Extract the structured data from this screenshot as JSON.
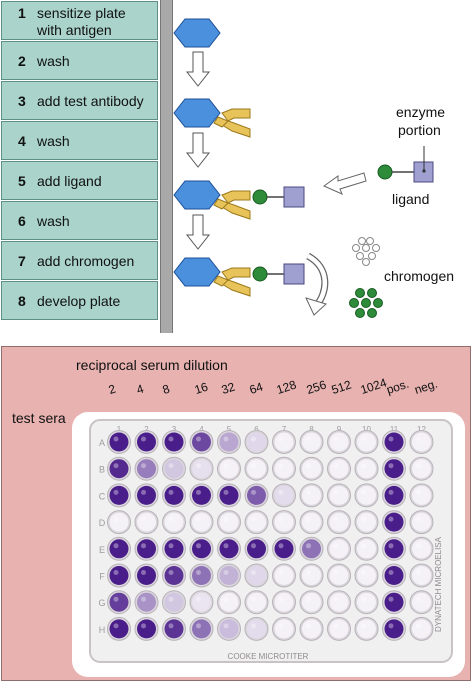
{
  "steps": [
    {
      "num": "1",
      "lines": [
        "sensitize plate",
        "with antigen"
      ]
    },
    {
      "num": "2",
      "lines": [
        "wash"
      ]
    },
    {
      "num": "3",
      "lines": [
        "add test antibody"
      ]
    },
    {
      "num": "4",
      "lines": [
        "wash"
      ]
    },
    {
      "num": "5",
      "lines": [
        "add ligand"
      ]
    },
    {
      "num": "6",
      "lines": [
        "wash"
      ]
    },
    {
      "num": "7",
      "lines": [
        "add chromogen"
      ]
    },
    {
      "num": "8",
      "lines": [
        "develop plate"
      ]
    }
  ],
  "labels": {
    "enzyme_line1": "enzyme",
    "enzyme_line2": "portion",
    "ligand": "ligand",
    "chromogen": "chromogen"
  },
  "plate": {
    "header": "reciprocal serum dilution",
    "test_sera": "test sera",
    "dilutions": [
      "2",
      "4",
      "8",
      "16",
      "32",
      "64",
      "128",
      "256",
      "512",
      "1024",
      "pos.",
      "neg."
    ],
    "columns": [
      "1",
      "2",
      "3",
      "4",
      "5",
      "6",
      "7",
      "8",
      "9",
      "10",
      "11",
      "12"
    ],
    "rows": [
      "A",
      "B",
      "C",
      "D",
      "E",
      "F",
      "G",
      "H"
    ],
    "brand_side": "DYNATECH MICROELISA",
    "brand_bottom": "COOKE MICROTITER",
    "row_intensity": {
      "A": [
        1,
        1,
        1,
        0.8,
        0.35,
        0.12,
        0,
        0,
        0,
        0,
        1,
        0
      ],
      "B": [
        0.95,
        0.55,
        0.2,
        0.08,
        0,
        0,
        0,
        0,
        0,
        0,
        1,
        0
      ],
      "C": [
        1,
        1,
        1,
        1,
        1,
        0.7,
        0.1,
        0,
        0,
        0,
        1,
        0
      ],
      "D": [
        0,
        0,
        0,
        0,
        0,
        0,
        0,
        0,
        0,
        0,
        1,
        0
      ],
      "E": [
        1,
        1,
        1,
        1,
        1,
        1,
        1,
        0.6,
        0,
        0,
        1,
        0
      ],
      "F": [
        1,
        1,
        0.9,
        0.6,
        0.3,
        0.12,
        0,
        0,
        0,
        0,
        1,
        0
      ],
      "G": [
        0.85,
        0.45,
        0.2,
        0.06,
        0,
        0,
        0,
        0,
        0,
        0,
        1,
        0
      ],
      "H": [
        1,
        1,
        0.9,
        0.6,
        0.25,
        0.1,
        0,
        0,
        0,
        0,
        1,
        0
      ]
    }
  },
  "colors": {
    "step_bg": "#a9d3cb",
    "antigen": "#4a90dc",
    "antibody": "#e8c35a",
    "enzyme": "#9f9fd0",
    "ligand_dot": "#2e8b3a",
    "purple": "#4a1e8a",
    "bottom_bg": "#e7b2b0"
  }
}
